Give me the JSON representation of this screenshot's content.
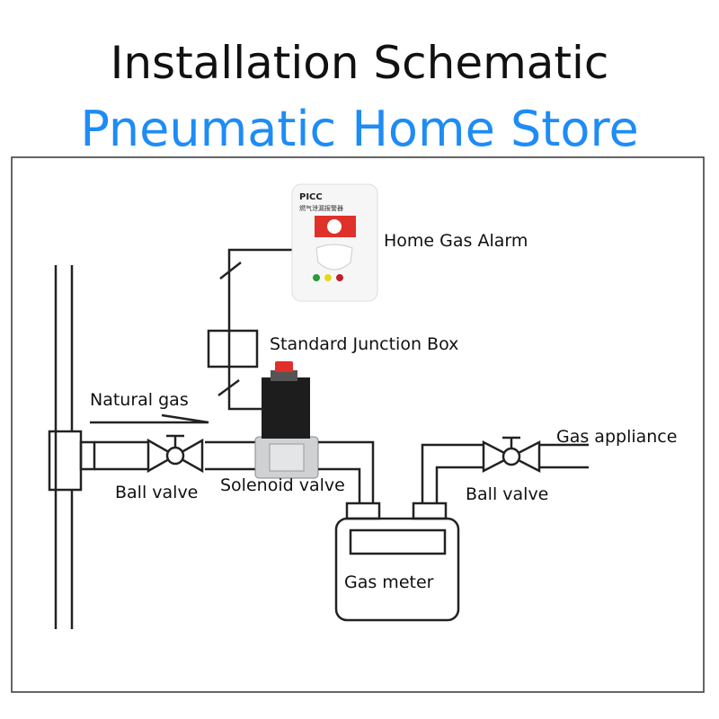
{
  "title": "Installation Schematic",
  "watermark": "Pneumatic Home Store",
  "labels": {
    "alarm": "Home Gas Alarm",
    "junction_box": "Standard Junction Box",
    "natural_gas": "Natural gas",
    "ball_valve_left": "Ball valve",
    "solenoid_valve": "Solenoid valve",
    "ball_valve_right": "Ball valve",
    "gas_appliance": "Gas appliance",
    "gas_meter": "Gas meter"
  },
  "alarm_device": {
    "brand": "PICC",
    "text": "燃气泄漏报警器"
  },
  "colors": {
    "watermark": "#1e8cf5",
    "solenoid_cap": "#e0302a",
    "line": "#222222"
  }
}
